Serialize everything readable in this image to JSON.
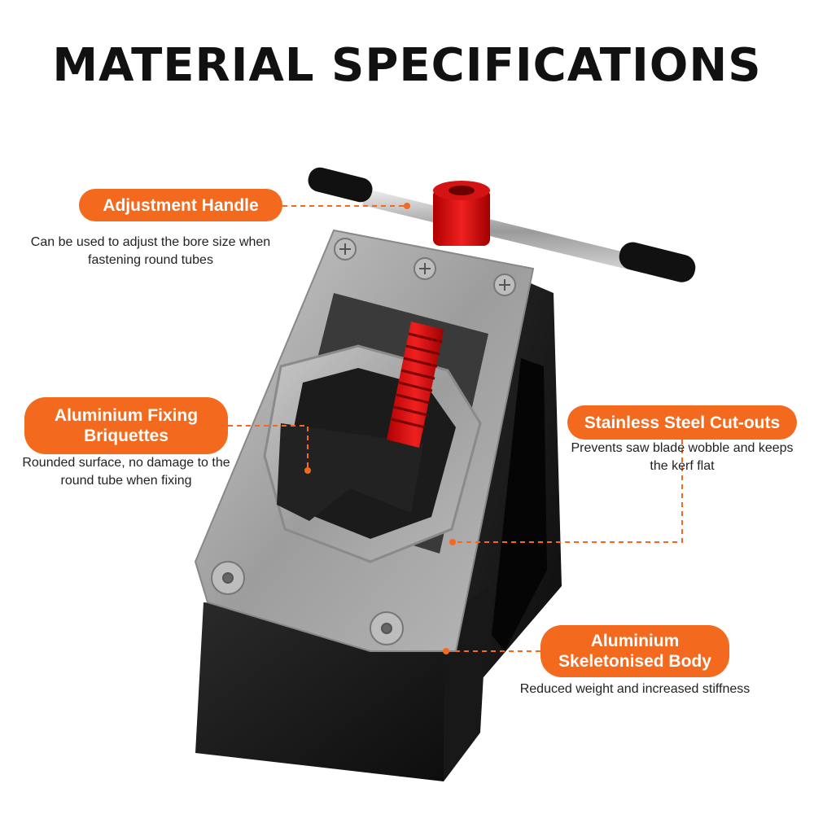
{
  "title": "MATERIAL SPECIFICATIONS",
  "accent_color": "#f36a1e",
  "callouts": [
    {
      "label": "Adjustment Handle",
      "description": "Can be used to adjust the bore size when fastening round tubes"
    },
    {
      "label": "Aluminium Fixing Briquettes",
      "description": "Rounded surface, no damage to the round tube when fixing"
    },
    {
      "label": "Stainless Steel Cut-outs",
      "description": "Prevents saw blade wobble and keeps the kerf flat"
    },
    {
      "label": "Aluminium Skeletonised Body",
      "description": "Reduced weight and increased stiffness"
    }
  ]
}
